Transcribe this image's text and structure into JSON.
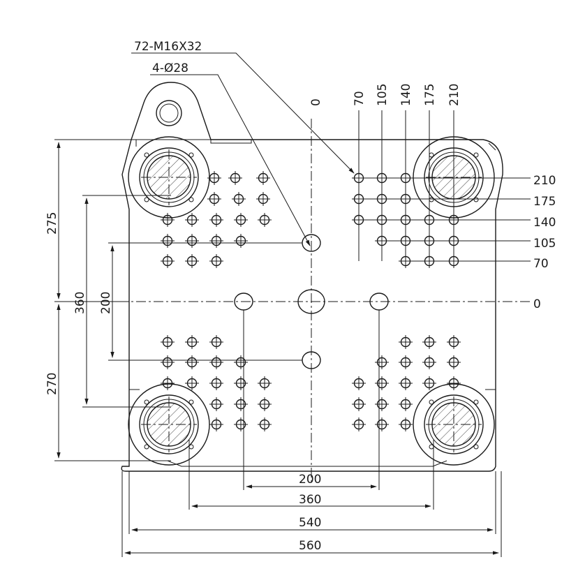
{
  "callouts": {
    "tapped_holes": "72-M16X32",
    "through_holes": "4-Ø28"
  },
  "axis_zero": {
    "vertical": "0",
    "horizontal": "0"
  },
  "top_column_labels": [
    "70",
    "105",
    "140",
    "175",
    "210"
  ],
  "right_row_labels": [
    "210",
    "175",
    "140",
    "105",
    "70"
  ],
  "left_dimensions": {
    "upper_half": "275",
    "lower_half": "270",
    "tie_bar_vertical": "360",
    "center_holes_vertical": "200"
  },
  "bottom_dimensions": {
    "center_holes_horizontal": "200",
    "tie_bar_horizontal": "360",
    "platen_width": "540",
    "overall_width": "560"
  }
}
